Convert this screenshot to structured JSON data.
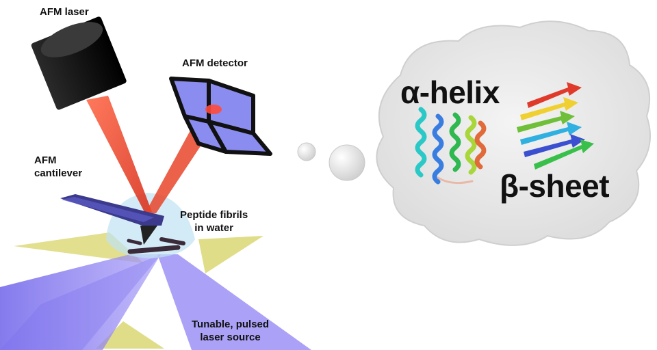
{
  "labels": {
    "afm_laser": "AFM laser",
    "afm_detector": "AFM detector",
    "afm_cantilever": "AFM\ncantilever",
    "peptide_fibrils": "Peptide fibrils\nin water",
    "laser_source": "Tunable, pulsed\nlaser source"
  },
  "thought_bubble": {
    "helix_label": "α-helix",
    "sheet_label": "β-sheet"
  },
  "colors": {
    "laser_beam": "#e8452a",
    "detector": "#8a8cf0",
    "ir_beam": "#8a7ff2",
    "ir_cone_yellow": "#d8d46a",
    "water_droplet": "#bfe3f2"
  }
}
